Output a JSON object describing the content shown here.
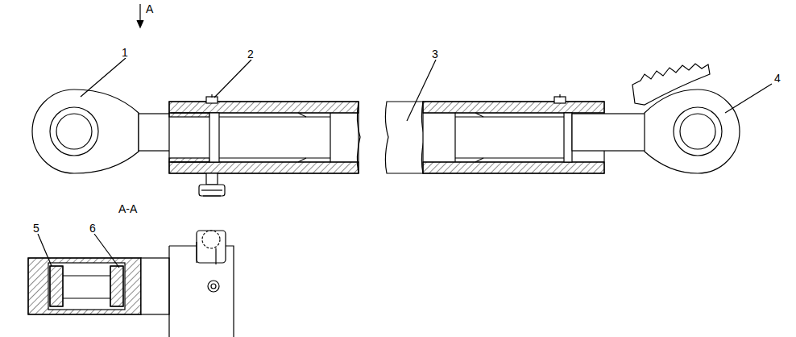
{
  "diagram": {
    "labels": [
      "A",
      "1",
      "2",
      "3",
      "4",
      "A-A",
      "5",
      "6"
    ]
  }
}
